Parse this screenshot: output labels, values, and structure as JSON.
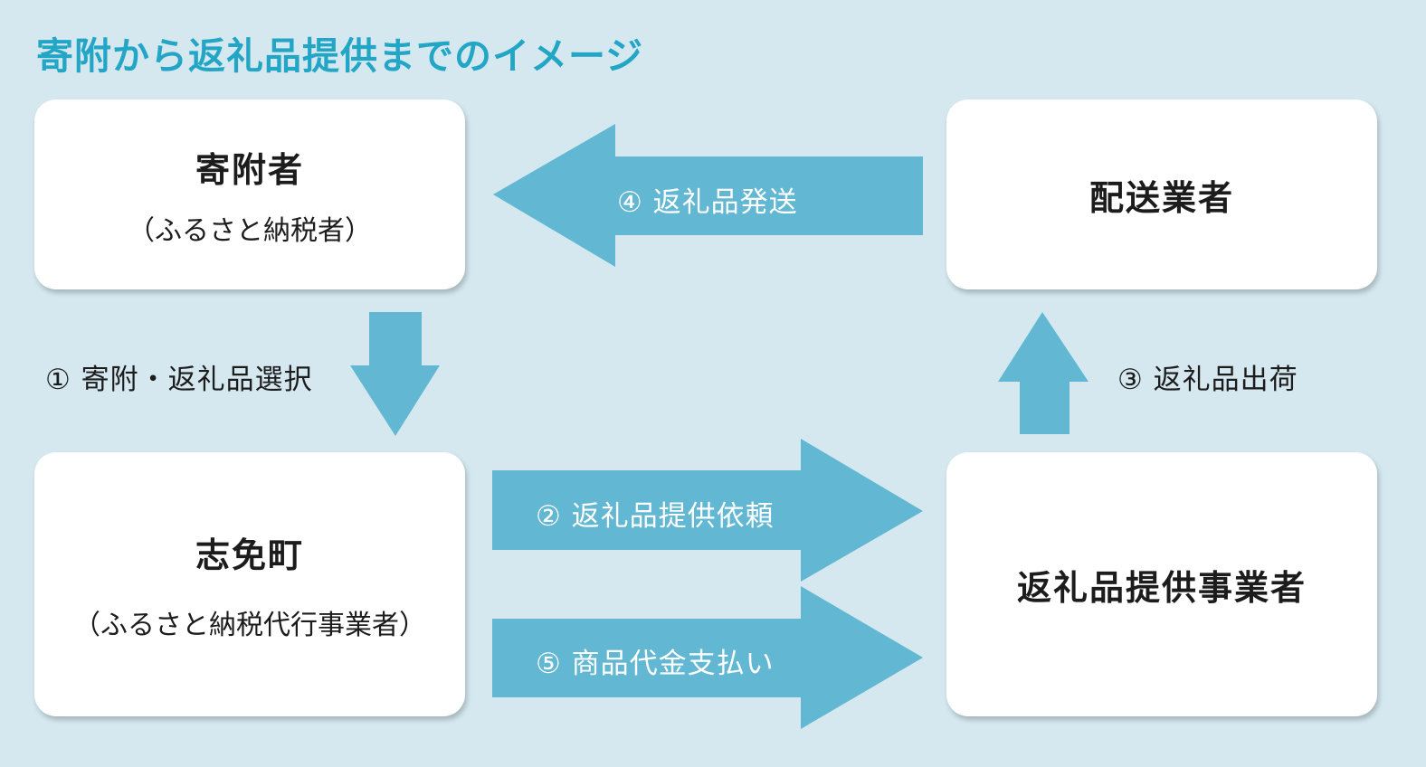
{
  "title": "寄附から返礼品提供までのイメージ",
  "nodes": {
    "donor": {
      "name": "寄附者",
      "sub": "（ふるさと納税者）"
    },
    "shipper": {
      "name": "配送業者"
    },
    "town": {
      "name": "志免町",
      "sub": "（ふるさと納税代行事業者）"
    },
    "supplier": {
      "name": "返礼品提供事業者"
    }
  },
  "steps": {
    "s1": "① 寄附・返礼品選択",
    "s2": "② 返礼品提供依頼",
    "s3": "③ 返礼品出荷",
    "s4": "④ 返礼品発送",
    "s5": "⑤ 商品代金支払い"
  },
  "colors": {
    "background": "#d5e8f0",
    "title": "#23a6c6",
    "arrow": "#62b7d3",
    "box": "#ffffff"
  }
}
